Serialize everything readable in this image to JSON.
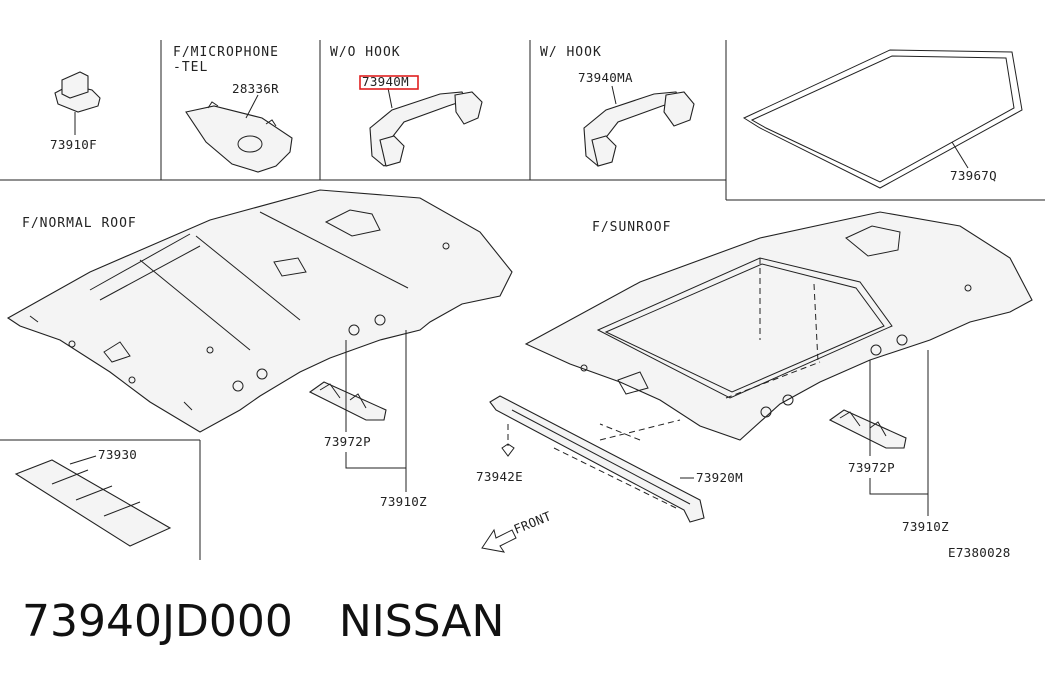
{
  "headers": {
    "microphone_line1": "F/MICROPHONE",
    "microphone_line2": "-TEL",
    "without_hook": "W/O HOOK",
    "with_hook": "W/ HOOK",
    "normal_roof": "F/NORMAL ROOF",
    "sunroof": "F/SUNROOF"
  },
  "parts": {
    "p73910F": "73910F",
    "p28336R": "28336R",
    "p73940M": "73940M",
    "p73940MA": "73940MA",
    "p73967Q": "73967Q",
    "p73972P_left": "73972P",
    "p73910Z_left": "73910Z",
    "p73930": "73930",
    "p73942E": "73942E",
    "p73920M": "73920M",
    "p73972P_right": "73972P",
    "p73910Z_right": "73910Z"
  },
  "front_label": "FRONT",
  "diagram_code": "E7380028",
  "footer": {
    "part_number": "73940JD000",
    "brand": "NISSAN"
  },
  "highlight_color": "#e02020"
}
